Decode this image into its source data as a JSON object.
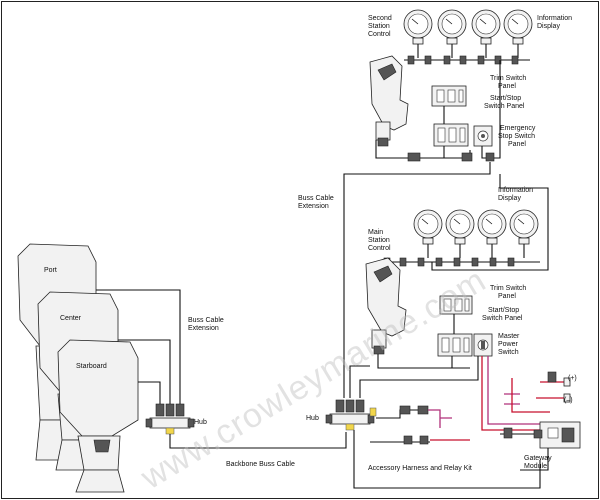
{
  "labels": {
    "second_station_control": [
      "Second",
      "Station",
      "Control"
    ],
    "information_display_top": [
      "Information",
      "Display"
    ],
    "trim_switch_panel_top": [
      "Trim Switch",
      "Panel"
    ],
    "start_stop_switch_panel_top": [
      "Start/Stop",
      "Switch Panel"
    ],
    "emergency_stop_switch_panel": [
      "Emergency",
      "Stop Switch",
      "Panel"
    ],
    "buss_cable_extension_top": [
      "Buss Cable",
      "Extension"
    ],
    "information_display_mid": [
      "Information",
      "Display"
    ],
    "main_station_control": [
      "Main",
      "Station",
      "Control"
    ],
    "trim_switch_panel_mid": [
      "Trim Switch",
      "Panel"
    ],
    "start_stop_switch_panel_mid": [
      "Start/Stop",
      "Switch Panel"
    ],
    "master_power_switch": [
      "Master",
      "Power",
      "Switch"
    ],
    "port": "Port",
    "center": "Center",
    "starboard": "Starboard",
    "buss_cable_extension_left": [
      "Buss Cable",
      "Extension"
    ],
    "hub_left": "Hub",
    "hub_right": "Hub",
    "backbone_buss_cable": "Backbone Buss Cable",
    "accessory_harness": "Accessory Harness and Relay Kit",
    "gateway_module": [
      "Gateway",
      "Module"
    ],
    "plus": "(+)",
    "minus": "(–)",
    "watermark": "www.crowleymarine.com"
  }
}
